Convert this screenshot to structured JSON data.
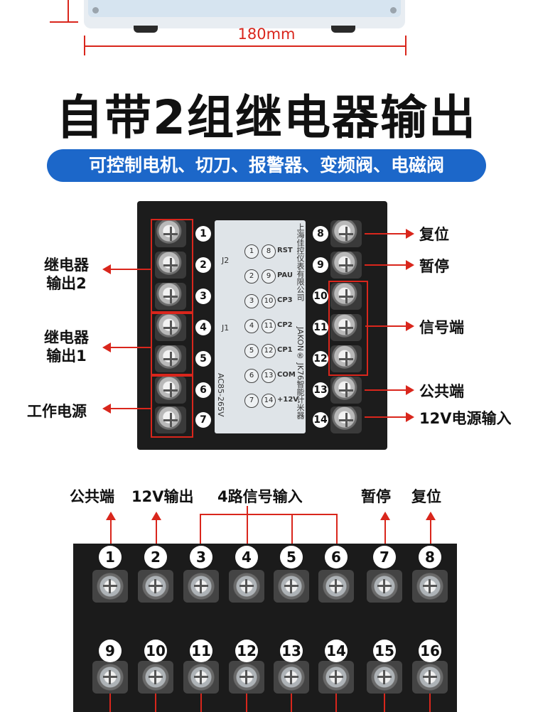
{
  "dimension": {
    "label": "180mm"
  },
  "title": "自带2组继电器输出",
  "subtitle": "可控制电机、切刀、报警器、变频阀、电磁阀",
  "panel": {
    "left_numbers": [
      "1",
      "2",
      "3",
      "4",
      "5",
      "6",
      "7"
    ],
    "right_numbers": [
      "8",
      "9",
      "10",
      "11",
      "12",
      "13",
      "14"
    ],
    "plate": {
      "maker": "上海佳控仪表有限公司",
      "model": "JAKON® JK76智能计米器",
      "row_labels": [
        "RST",
        "PAU",
        "CP3",
        "CP2",
        "CP1",
        "COM",
        "+12V"
      ],
      "left_col": [
        "1",
        "2",
        "3",
        "4",
        "5",
        "6",
        "7"
      ],
      "right_col": [
        "8",
        "9",
        "10",
        "11",
        "12",
        "13",
        "14"
      ],
      "j1": "J1",
      "j2": "J2",
      "ac": "AC85-265V"
    },
    "left_callouts": [
      "继电器\n输出2",
      "继电器\n输出1",
      "工作电源"
    ],
    "right_callouts": [
      "复位",
      "暂停",
      "信号端",
      "公共端",
      "12V电源输入"
    ]
  },
  "strip": {
    "labels": {
      "common": "公共端",
      "out12v": "12V输出",
      "signal": "4路信号输入",
      "pause": "暂停",
      "reset": "复位"
    },
    "top_numbers": [
      "1",
      "2",
      "3",
      "4",
      "5",
      "6",
      "7",
      "8"
    ],
    "bottom_numbers": [
      "9",
      "10",
      "11",
      "12",
      "13",
      "14",
      "15",
      "16"
    ]
  },
  "colors": {
    "accent_red": "#d9261c",
    "banner_blue": "#1c67c9",
    "panel_black": "#1c1c1c"
  }
}
